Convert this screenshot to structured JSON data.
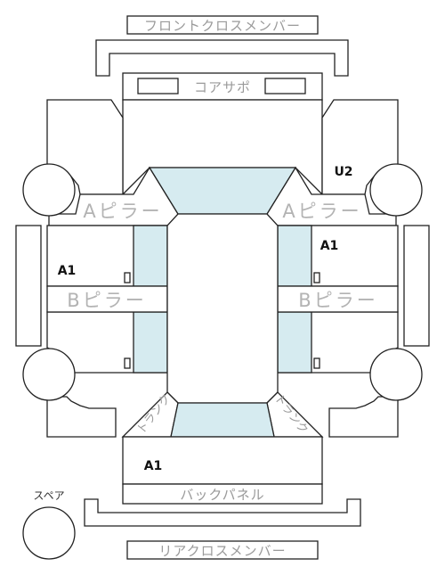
{
  "labels": {
    "front_cross_member": "フロントクロスメンバー",
    "core_support": "コアサポ",
    "a_pillar_left": "Aピラー",
    "a_pillar_right": "Aピラー",
    "b_pillar_left": "Bピラー",
    "b_pillar_right": "Bピラー",
    "back_panel": "バックパネル",
    "rear_cross_member": "リアクロスメンバー",
    "spare": "スペア",
    "trunk_left": "トランク",
    "trunk_right": "トランク"
  },
  "codes": {
    "front_right_wheel": "U2",
    "right_front_door": "A1",
    "left_front_door": "A1",
    "trunk_area": "A1"
  }
}
